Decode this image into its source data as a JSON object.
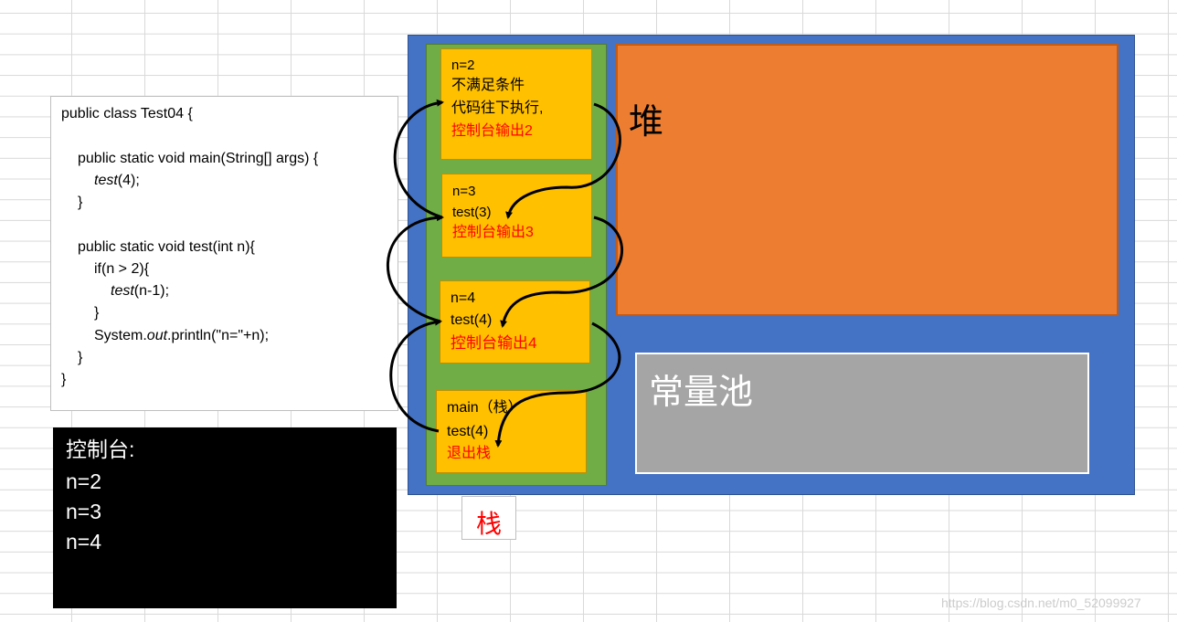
{
  "code": {
    "lines": [
      {
        "text": "public class Test04 {"
      },
      {
        "text": "public static void main(String[] args) {"
      },
      {
        "pre": "",
        "em": "test",
        "post": "(4);"
      },
      {
        "text": "}"
      },
      {
        "text": "public static void test(int n){"
      },
      {
        "text": "if(n > 2){"
      },
      {
        "pre": "",
        "em": "test",
        "post": "(n-1);"
      },
      {
        "text": "}"
      },
      {
        "pre": "System.",
        "em": "out",
        "post": ".println(\"n=\"+n);"
      },
      {
        "text": "}"
      },
      {
        "text": "}"
      }
    ]
  },
  "console": {
    "title": "控制台:",
    "lines": [
      "n=2",
      "n=3",
      "n=4"
    ]
  },
  "memory": {
    "heap_label": "堆",
    "pool_label": "常量池",
    "stack_label": "栈",
    "frames": [
      {
        "l1": "n=2",
        "l2": "不满足条件",
        "l3": "代码往下执行,",
        "l4": "控制台输出2"
      },
      {
        "l1": "n=3",
        "l2": "test(3)",
        "l3": "控制台输出3"
      },
      {
        "l1": "n=4",
        "l2": "test(4)",
        "l3": "控制台输出4"
      },
      {
        "l1": "main（栈）",
        "l2": "test(4)",
        "l3": "退出栈"
      }
    ]
  },
  "watermark": "https://blog.csdn.net/m0_52099927",
  "colors": {
    "memory_bg": "#4472c4",
    "stack_bg": "#70ad47",
    "frame_bg": "#ffc000",
    "heap_bg": "#ed7d31",
    "pool_bg": "#a5a5a5",
    "highlight_text": "#ff0000",
    "console_bg": "#000000"
  }
}
